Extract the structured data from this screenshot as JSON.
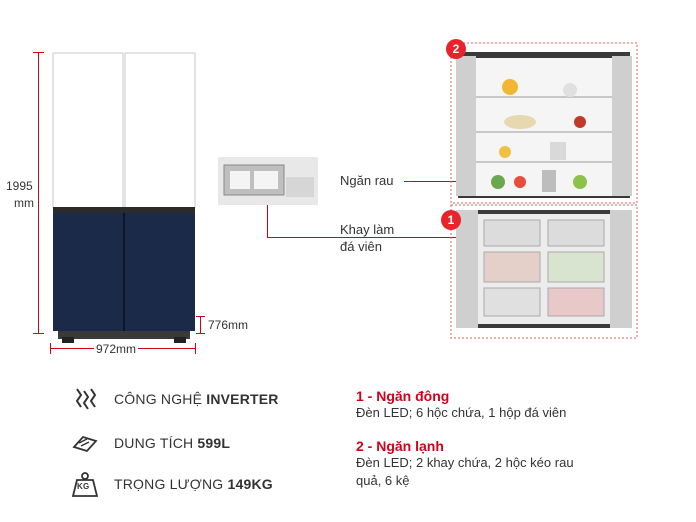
{
  "dimensions": {
    "height_value": "1995",
    "height_unit": "mm",
    "width": "972mm",
    "door_height": "776mm"
  },
  "callouts": {
    "crisper": "Ngăn rau",
    "ice_tray_line1": "Khay làm",
    "ice_tray_line2": "đá viên",
    "badge_freezer": "1",
    "badge_fridge": "2"
  },
  "specs": [
    {
      "prefix": "CÔNG NGHỆ",
      "value": "INVERTER",
      "icon": "inverter-icon"
    },
    {
      "prefix": "DUNG TÍCH",
      "value": "599L",
      "icon": "capacity-icon"
    },
    {
      "prefix": "TRỌNG LƯỢNG",
      "value": "149KG",
      "icon": "weight-icon"
    }
  ],
  "weight_icon_text": "KG",
  "compartments": [
    {
      "title": "1 - Ngăn đông",
      "desc": "Đèn LED; 6 hộc chứa, 1 hộp đá viên"
    },
    {
      "title": "2 - Ngăn lạnh",
      "desc_line1": "Đèn LED; 2 khay chứa, 2 hộc kéo rau",
      "desc_line2": "quả, 6 kệ"
    }
  ],
  "colors": {
    "accent": "#d0021b",
    "fridge_top": "#ffffff",
    "fridge_bottom": "#1c2a4a"
  }
}
